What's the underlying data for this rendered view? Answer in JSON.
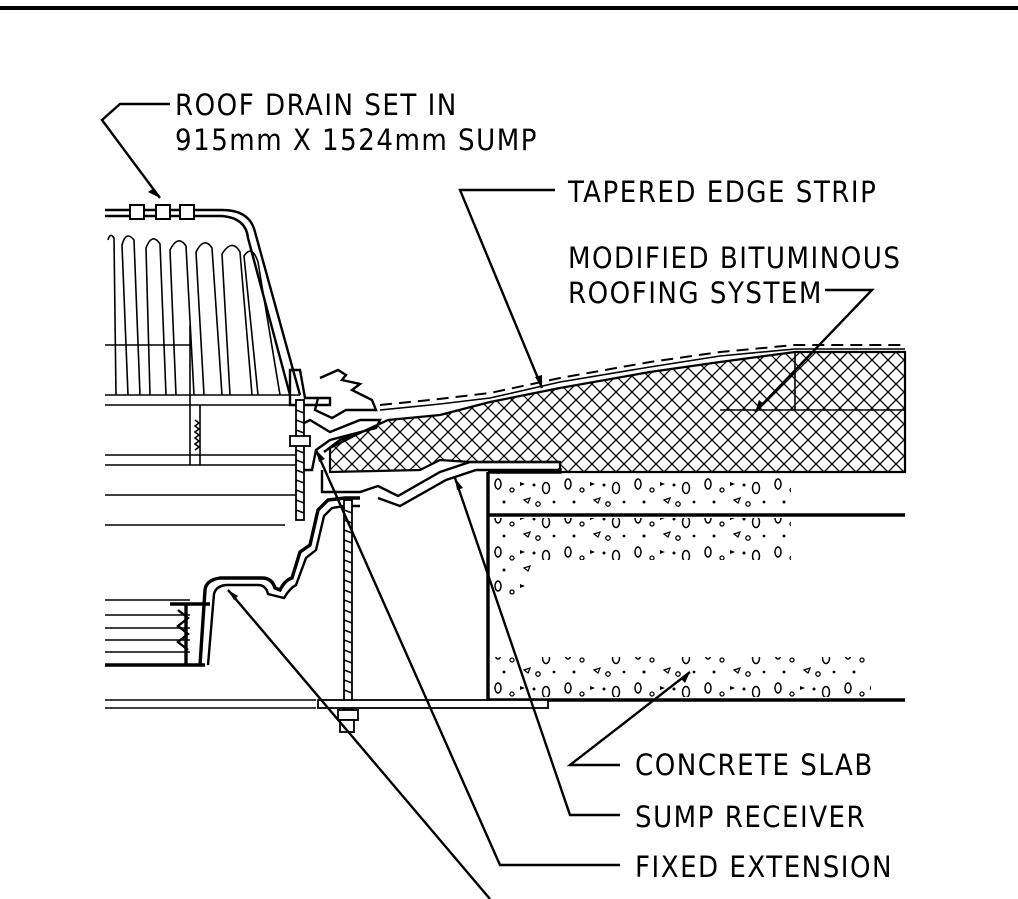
{
  "labels": {
    "roof_drain_line1": "ROOF DRAIN SET IN",
    "roof_drain_line2": "915mm X 1524mm SUMP",
    "tapered_edge_strip": "TAPERED EDGE STRIP",
    "modified_bituminous_line1": "MODIFIED BITUMINOUS",
    "modified_bituminous_line2": "ROOFING SYSTEM",
    "concrete_slab": "CONCRETE SLAB",
    "sump_receiver": "SUMP RECEIVER",
    "fixed_extension": "FIXED EXTENSION"
  },
  "colors": {
    "ink": "#000000",
    "paper": "#ffffff"
  }
}
